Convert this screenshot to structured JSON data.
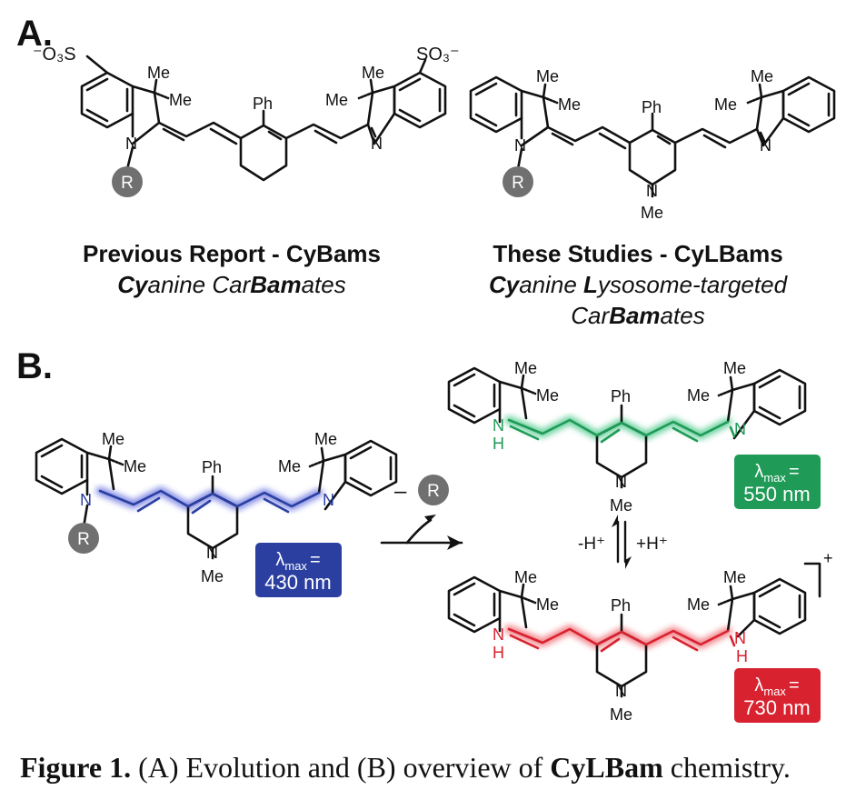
{
  "panel_a": {
    "label": "A.",
    "left": {
      "title": "Previous Report - CyBams",
      "subtitle": {
        "p1": "Cy",
        "p2": "anine Car",
        "p3": "Bam",
        "p4": "ates"
      },
      "so3_left": "⁻O₃S",
      "so3_right": "SO₃⁻"
    },
    "right": {
      "title": "These Studies - CyLBams",
      "subtitle_line1": {
        "p1": "Cy",
        "p2": "anine ",
        "p3": "L",
        "p4": "ysosome-targeted"
      },
      "subtitle_line2": {
        "p1": "Car",
        "p2": "Bam",
        "p3": "ates"
      }
    }
  },
  "panel_b": {
    "label": "B.",
    "minus": "–",
    "minus_h": "-H⁺",
    "plus_h": "+H⁺",
    "cation_charge": "+",
    "badges": {
      "blue": {
        "lambda": "λ",
        "sub": "max",
        "eq": "=",
        "value": "430 nm",
        "color": "#2a3fa0"
      },
      "green": {
        "lambda": "λ",
        "sub": "max",
        "eq": "=",
        "value": "550 nm",
        "color": "#1f9a57"
      },
      "red": {
        "lambda": "λ",
        "sub": "max",
        "eq": "=",
        "value": "730 nm",
        "color": "#d8222f"
      }
    }
  },
  "atoms": {
    "me": "Me",
    "ph": "Ph",
    "n": "N",
    "h": "H",
    "r": "R"
  },
  "glow_colors": {
    "blue": "#6b74e0",
    "green": "#4cc98a",
    "red": "#f06a72"
  },
  "caption": {
    "prefix": "Figure 1.",
    "text1": " (A) Evolution and (B) overview of ",
    "bold": "CyLBam",
    "text2": " chemistry."
  }
}
